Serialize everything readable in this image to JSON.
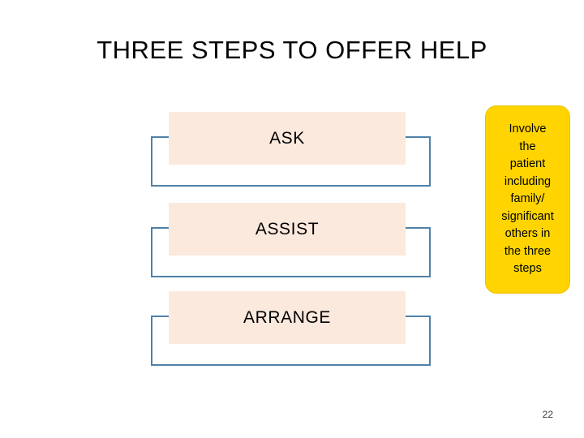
{
  "slide": {
    "title": "THREE STEPS TO OFFER HELP",
    "page_number": "22",
    "colors": {
      "step_box_fill": "#fbe9dd",
      "bracket_stroke": "#4f81a8",
      "callout_fill": "#ffd400",
      "text": "#000000"
    },
    "steps": [
      {
        "label": "ASK"
      },
      {
        "label": "ASSIST"
      },
      {
        "label": "ARRANGE"
      }
    ],
    "callout": {
      "text": "Involve\nthe\npatient\nincluding\nfamily/\nsignificant\nothers in\nthe three\nsteps"
    }
  }
}
